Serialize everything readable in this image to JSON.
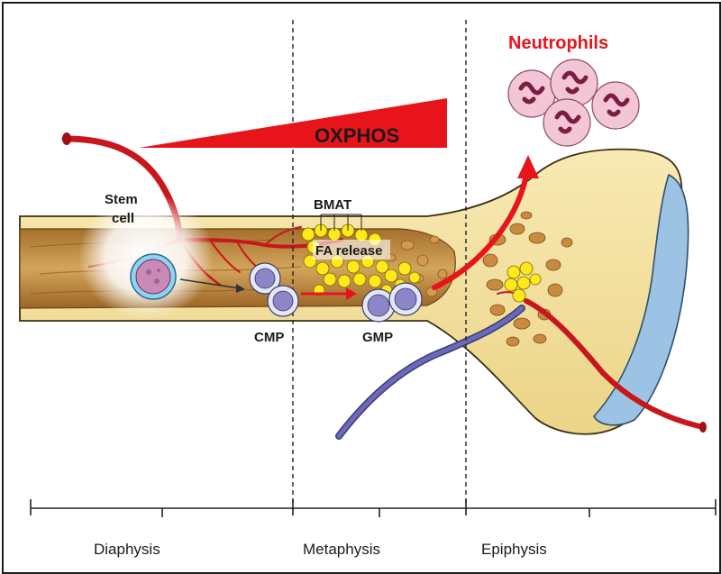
{
  "labels": {
    "gradient": "OXPHOS",
    "neutrophils": "Neutrophils",
    "stem_cell_line1": "Stem",
    "stem_cell_line2": "cell",
    "bmat": "BMAT",
    "fa_release": "FA release",
    "cmp": "CMP",
    "gmp": "GMP"
  },
  "regions": [
    {
      "label": "Diaphysis"
    },
    {
      "label": "Metaphysis"
    },
    {
      "label": "Epiphysis"
    }
  ],
  "colors": {
    "accent_red": "#e8141b",
    "bone": "#f6e6a6",
    "marrow": "#c99a4d",
    "artery": "#c8161d",
    "vein": "#5a5aa8",
    "cartilage": "#9cc3e4",
    "adipocyte": "#ffe91a",
    "neutrophil": "#f2c6d4",
    "nucleus": "#7a1c44"
  }
}
